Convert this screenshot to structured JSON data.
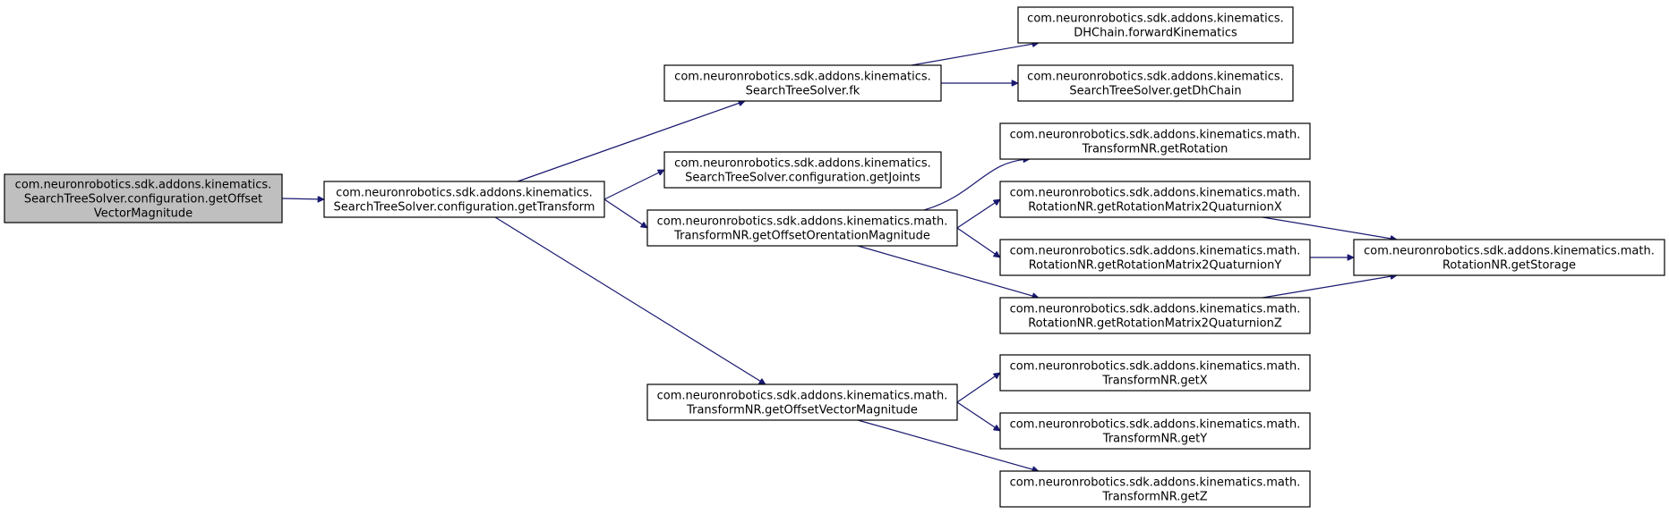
{
  "colors": {
    "edge": "#191970",
    "root_fill": "#bfbfbf",
    "node_fill": "#ffffff",
    "border": "#000000"
  },
  "nodes": [
    {
      "id": "root",
      "lines": [
        "com.neuronrobotics.sdk.addons.kinematics.",
        "SearchTreeSolver.configuration.getOffset",
        "VectorMagnitude"
      ]
    },
    {
      "id": "getTransform",
      "lines": [
        "com.neuronrobotics.sdk.addons.kinematics.",
        "SearchTreeSolver.configuration.getTransform"
      ]
    },
    {
      "id": "fk",
      "lines": [
        "com.neuronrobotics.sdk.addons.kinematics.",
        "SearchTreeSolver.fk"
      ]
    },
    {
      "id": "getJoints",
      "lines": [
        "com.neuronrobotics.sdk.addons.kinematics.",
        "SearchTreeSolver.configuration.getJoints"
      ]
    },
    {
      "id": "getOffsetOrentationMagnitude",
      "lines": [
        "com.neuronrobotics.sdk.addons.kinematics.math.",
        "TransformNR.getOffsetOrentationMagnitude"
      ]
    },
    {
      "id": "getOffsetVectorMagnitude",
      "lines": [
        "com.neuronrobotics.sdk.addons.kinematics.math.",
        "TransformNR.getOffsetVectorMagnitude"
      ]
    },
    {
      "id": "forwardKinematics",
      "lines": [
        "com.neuronrobotics.sdk.addons.kinematics.",
        "DHChain.forwardKinematics"
      ]
    },
    {
      "id": "getDhChain",
      "lines": [
        "com.neuronrobotics.sdk.addons.kinematics.",
        "SearchTreeSolver.getDhChain"
      ]
    },
    {
      "id": "getRotation",
      "lines": [
        "com.neuronrobotics.sdk.addons.kinematics.math.",
        "TransformNR.getRotation"
      ]
    },
    {
      "id": "quatX",
      "lines": [
        "com.neuronrobotics.sdk.addons.kinematics.math.",
        "RotationNR.getRotationMatrix2QuaturnionX"
      ]
    },
    {
      "id": "quatY",
      "lines": [
        "com.neuronrobotics.sdk.addons.kinematics.math.",
        "RotationNR.getRotationMatrix2QuaturnionY"
      ]
    },
    {
      "id": "quatZ",
      "lines": [
        "com.neuronrobotics.sdk.addons.kinematics.math.",
        "RotationNR.getRotationMatrix2QuaturnionZ"
      ]
    },
    {
      "id": "getX",
      "lines": [
        "com.neuronrobotics.sdk.addons.kinematics.math.",
        "TransformNR.getX"
      ]
    },
    {
      "id": "getY",
      "lines": [
        "com.neuronrobotics.sdk.addons.kinematics.math.",
        "TransformNR.getY"
      ]
    },
    {
      "id": "getZ",
      "lines": [
        "com.neuronrobotics.sdk.addons.kinematics.math.",
        "TransformNR.getZ"
      ]
    },
    {
      "id": "getStorage",
      "lines": [
        "com.neuronrobotics.sdk.addons.kinematics.math.",
        "RotationNR.getStorage"
      ]
    }
  ],
  "edges": [
    {
      "from": "root",
      "to": "getTransform"
    },
    {
      "from": "getTransform",
      "to": "fk"
    },
    {
      "from": "getTransform",
      "to": "getJoints"
    },
    {
      "from": "getTransform",
      "to": "getOffsetOrentationMagnitude"
    },
    {
      "from": "getTransform",
      "to": "getOffsetVectorMagnitude"
    },
    {
      "from": "fk",
      "to": "forwardKinematics"
    },
    {
      "from": "fk",
      "to": "getDhChain"
    },
    {
      "from": "getOffsetOrentationMagnitude",
      "to": "getRotation"
    },
    {
      "from": "getOffsetOrentationMagnitude",
      "to": "quatX"
    },
    {
      "from": "getOffsetOrentationMagnitude",
      "to": "quatY"
    },
    {
      "from": "getOffsetOrentationMagnitude",
      "to": "quatZ"
    },
    {
      "from": "getOffsetVectorMagnitude",
      "to": "getX"
    },
    {
      "from": "getOffsetVectorMagnitude",
      "to": "getY"
    },
    {
      "from": "getOffsetVectorMagnitude",
      "to": "getZ"
    },
    {
      "from": "quatX",
      "to": "getStorage"
    },
    {
      "from": "quatY",
      "to": "getStorage"
    },
    {
      "from": "quatZ",
      "to": "getStorage"
    }
  ]
}
